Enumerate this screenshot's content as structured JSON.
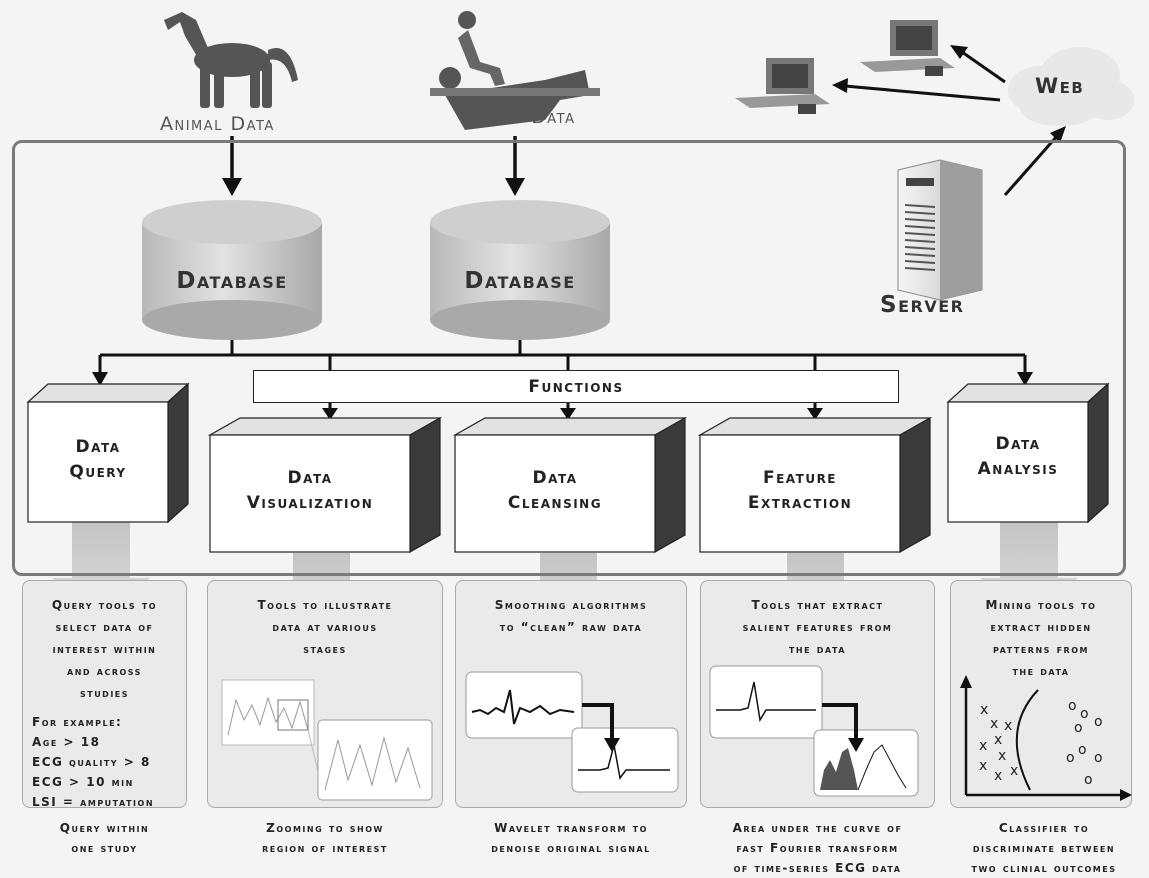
{
  "sources": {
    "animal": "Animal Data",
    "trauma": "Trauma Data"
  },
  "databases": [
    "Database",
    "Database"
  ],
  "server": "Server",
  "web": "Web",
  "functions_label": "Functions",
  "functions": [
    {
      "title_line1": "Data",
      "title_line2": "Query"
    },
    {
      "title_line1": "Data",
      "title_line2": "Visualization"
    },
    {
      "title_line1": "Data",
      "title_line2": "Cleansing"
    },
    {
      "title_line1": "Feature",
      "title_line2": "Extraction"
    },
    {
      "title_line1": "Data",
      "title_line2": "Analysis"
    }
  ],
  "descriptions": [
    {
      "lines": [
        "Query tools to",
        "select data of",
        "interest within",
        "and across",
        "studies"
      ]
    },
    {
      "lines": [
        "Tools to illustrate",
        "data at various",
        "stages"
      ]
    },
    {
      "lines": [
        "Smoothing algorithms",
        "to “clean” raw data"
      ]
    },
    {
      "lines": [
        "Tools that extract",
        "salient features from",
        "the data"
      ]
    },
    {
      "lines": [
        "Mining tools to",
        "extract hidden",
        "patterns from",
        "the data"
      ]
    }
  ],
  "example": {
    "heading": "For example:",
    "lines": [
      "Age > 18",
      "ECG quality > 8",
      "ECG > 10 min",
      "LSI = amputation"
    ]
  },
  "captions": [
    {
      "lines": [
        "Query within",
        "one study"
      ]
    },
    {
      "lines": [
        "Zooming to show",
        "region of interest"
      ]
    },
    {
      "lines": [
        "Wavelet transform to",
        "denoise original signal"
      ]
    },
    {
      "lines": [
        "Area under the curve of",
        "fast Fourier transform",
        "of time-series ECG data"
      ]
    },
    {
      "lines": [
        "Classifier to",
        "discriminate between",
        "two clinial outcomes"
      ]
    }
  ],
  "scatter": {
    "x_marks": [
      "x",
      "x",
      "x",
      "x",
      "x",
      "x",
      "x",
      "x",
      "x"
    ],
    "o_marks": [
      "o",
      "o",
      "o",
      "o",
      "o",
      "o",
      "o",
      "o"
    ]
  },
  "colors": {
    "frame": "#7a7a7a",
    "box_front": "#ffffff",
    "box_side": "#3a3a3a",
    "arrow_shadow": "#c8c8c8",
    "panel": "#eaeaea"
  },
  "icons": [
    "dog-icon",
    "trauma-patient-icon",
    "computer-icon",
    "cloud-icon",
    "server-icon",
    "database-icon"
  ]
}
